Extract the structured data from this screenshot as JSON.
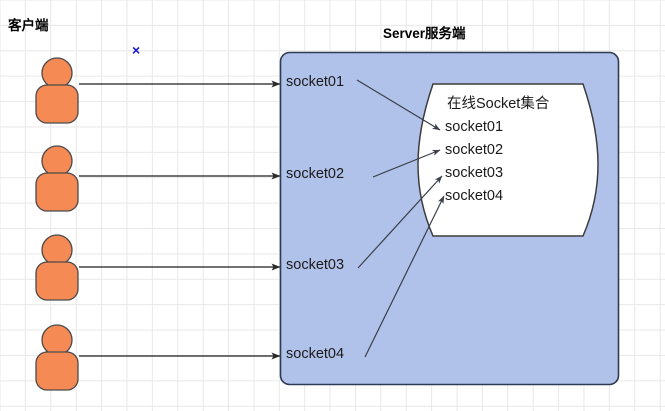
{
  "diagram": {
    "title_left": "客户端",
    "title_right": "Server服务端",
    "server_box": {
      "fill": "#b1c2ea",
      "stroke": "#2f3b52"
    },
    "client_icon": {
      "fill": "#f58a55",
      "stroke": "#4a4a4a",
      "name": "user-icon"
    },
    "cursor_marker": {
      "glyph": "×",
      "color": "#1515cc"
    },
    "clients": [
      {
        "id": "client-1",
        "socket": "socket01"
      },
      {
        "id": "client-2",
        "socket": "socket02"
      },
      {
        "id": "client-3",
        "socket": "socket03"
      },
      {
        "id": "client-4",
        "socket": "socket04"
      }
    ],
    "socket_labels": [
      "socket01",
      "socket02",
      "socket03",
      "socket04"
    ],
    "online_set": {
      "title": "在线Socket集合",
      "items": [
        "socket01",
        "socket02",
        "socket03",
        "socket04"
      ],
      "fill": "#ffffff",
      "stroke": "#3d3d3d"
    }
  }
}
